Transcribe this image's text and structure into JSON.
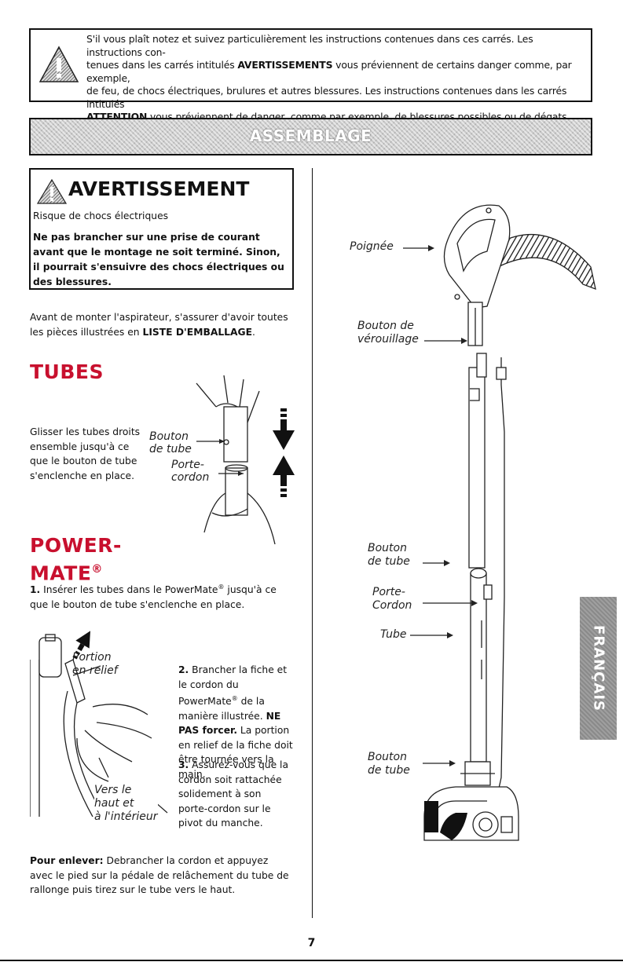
{
  "notice": {
    "line1": "S'il vous plaît notez et suivez particulièrement les instructions contenues dans ces carrés. Les instructions con-",
    "line2a": "tenues dans les carrés intitulés ",
    "line2b": "AVERTISSEMENTS",
    "line2c": " vous préviennent de certains danger comme, par exemple,",
    "line3": "de feu, de chocs électriques, brulures et autres blessures. Les instructions contenues dans les carrés intitulés",
    "line4a": "ATTENTION",
    "line4b": " vous préviennent de danger, comme par exemple, de blessures possibles ou de dégats."
  },
  "banner": {
    "title": "ASSEMBLAGE"
  },
  "warning": {
    "title": "AVERTISSEMENT",
    "risk": "Risque de chocs électriques",
    "body": "Ne pas brancher sur une prise de courant avant que le montage ne soit terminé. Sinon, il pourrait s'ensuivre des chocs électriques ou des blessures."
  },
  "intro": {
    "text": "Avant de monter l'aspirateur, s'assurer d'avoir toutes les pièces illustrées en ",
    "bold": "LISTE D'EMBALLAGE",
    "end": "."
  },
  "tubes": {
    "heading": "TUBES",
    "body": "Glisser les tubes droits ensemble jusqu'à ce que le bouton de tube s'enclenche en place.",
    "callout_bouton": [
      "Bouton",
      "de tube"
    ],
    "callout_porte": [
      "Porte-",
      "cordon"
    ]
  },
  "powermate": {
    "heading1": "POWER-",
    "heading2": "MATE",
    "reg": "®",
    "step1_num": "1.",
    "step1": " Insérer les tubes dans le PowerMate",
    "step1_end": " jusqu'à ce que le bouton de tube s'enclenche en place.",
    "callout_relief": [
      "Portion",
      "en relief"
    ],
    "callout_vers": [
      "Vers le",
      "haut et",
      "à l'intérieur"
    ],
    "step2_num": "2.",
    "step2a": " Brancher la fiche et le cordon du PowerMate",
    "step2b": " de la manière illustrée. ",
    "step2_bold": "NE PAS forcer.",
    "step2c": " La portion en relief de la fiche doit être tournée vers la main.",
    "step3_num": "3.",
    "step3": " Assurez-vous que la cordon soit rattachée solidement à son porte-cordon sur le pivot du manche."
  },
  "remove": {
    "bold": "Pour enlever:",
    "text": " Debrancher la cordon et appuyez avec le pied sur la pédale de relâchement du tube de rallonge puis tirez sur le tube vers le haut."
  },
  "diagram": {
    "poignee": "Poignée",
    "verrou": [
      "Bouton de",
      "vérouillage"
    ],
    "bouton_tube_1": [
      "Bouton",
      "de tube"
    ],
    "porte_cordon": [
      "Porte-",
      "Cordon"
    ],
    "tube": "Tube",
    "bouton_tube_2": [
      "Bouton",
      "de tube"
    ]
  },
  "side_tab": {
    "label": "FRANÇAIS"
  },
  "page": {
    "number": "7"
  }
}
